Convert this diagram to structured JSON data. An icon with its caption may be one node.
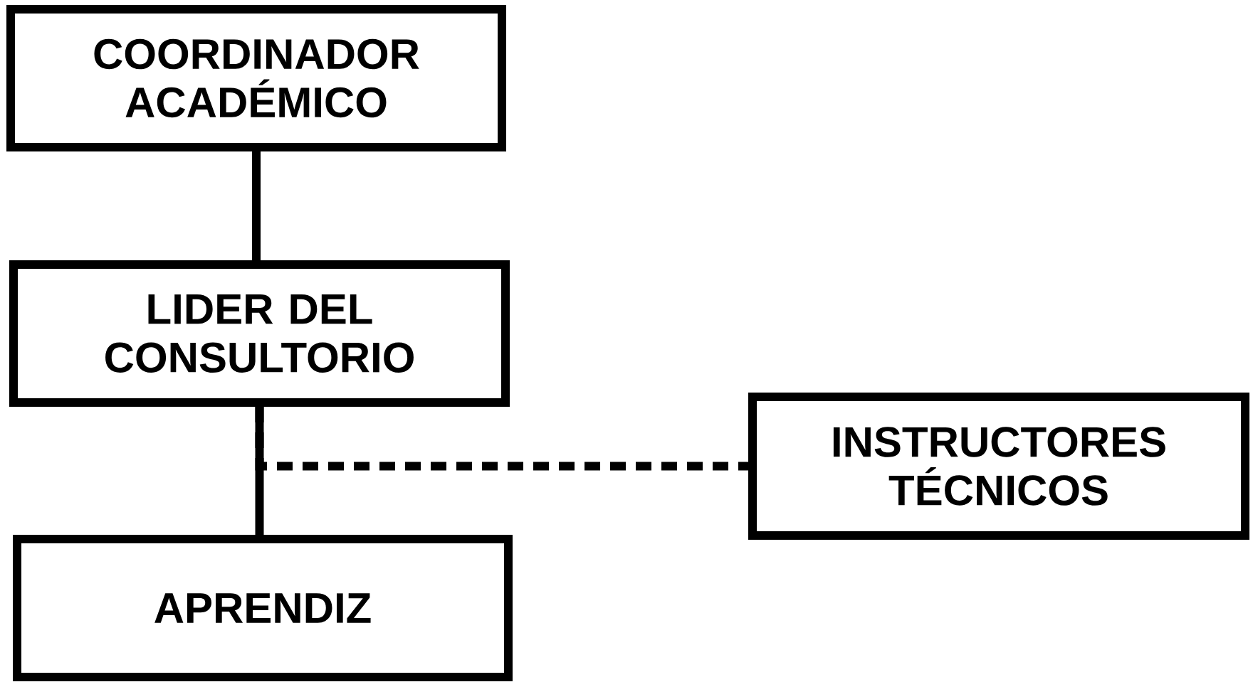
{
  "diagram": {
    "nodes": [
      {
        "text": [
          "COORDINADOR ACADÉMICO"
        ]
      },
      {
        "text": [
          "LIDER DEL CONSULTORIO"
        ]
      },
      {
        "text": [
          "INSTRUCTORES TÉCNICOS"
        ]
      },
      {
        "text": [
          "APRENDIZ"
        ]
      }
    ],
    "edges": [
      {
        "from": 0,
        "to": 1,
        "arrow": "none"
      },
      {
        "from": 1,
        "to": 2,
        "arrow": "none",
        "style": "dashed"
      },
      {
        "from": 1,
        "to": 3,
        "arrow": "none"
      }
    ]
  }
}
